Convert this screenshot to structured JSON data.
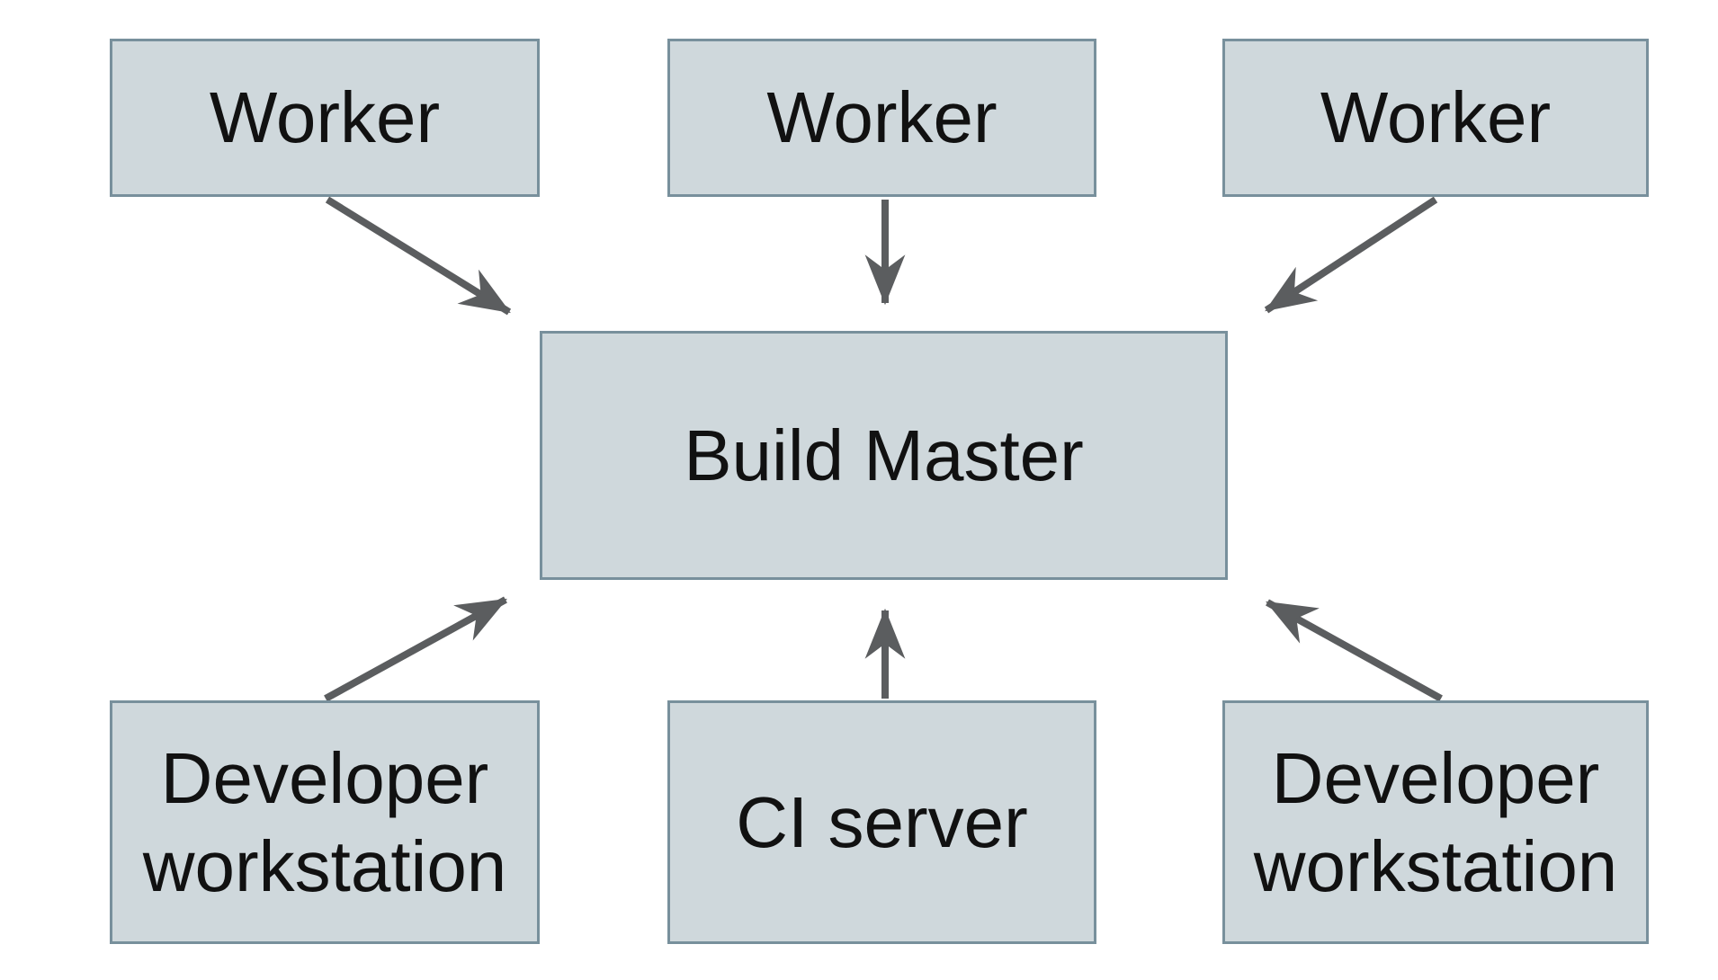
{
  "diagram": {
    "type": "flowchart",
    "description": "Distributed build system topology: three Workers report to a central Build Master; two Developer workstations and a CI server submit to the Build Master.",
    "nodes": [
      {
        "id": "worker-1",
        "label": "Worker"
      },
      {
        "id": "worker-2",
        "label": "Worker"
      },
      {
        "id": "worker-3",
        "label": "Worker"
      },
      {
        "id": "build-master",
        "label": "Build Master"
      },
      {
        "id": "developer-workstation-left",
        "label": "Developer workstation"
      },
      {
        "id": "ci-server",
        "label": "CI server"
      },
      {
        "id": "developer-workstation-right",
        "label": "Developer workstation"
      }
    ],
    "edges": [
      {
        "from": "worker-1",
        "to": "build-master",
        "style": "arrow"
      },
      {
        "from": "worker-2",
        "to": "build-master",
        "style": "arrow"
      },
      {
        "from": "worker-3",
        "to": "build-master",
        "style": "arrow"
      },
      {
        "from": "developer-workstation-left",
        "to": "build-master",
        "style": "arrow"
      },
      {
        "from": "ci-server",
        "to": "build-master",
        "style": "arrow"
      },
      {
        "from": "developer-workstation-right",
        "to": "build-master",
        "style": "arrow"
      }
    ],
    "colors": {
      "background": "#ffffff",
      "node_fill": "#cfd8dc",
      "node_border": "#78909c",
      "arrow": "#5b5d5f",
      "text": "#111111"
    }
  }
}
